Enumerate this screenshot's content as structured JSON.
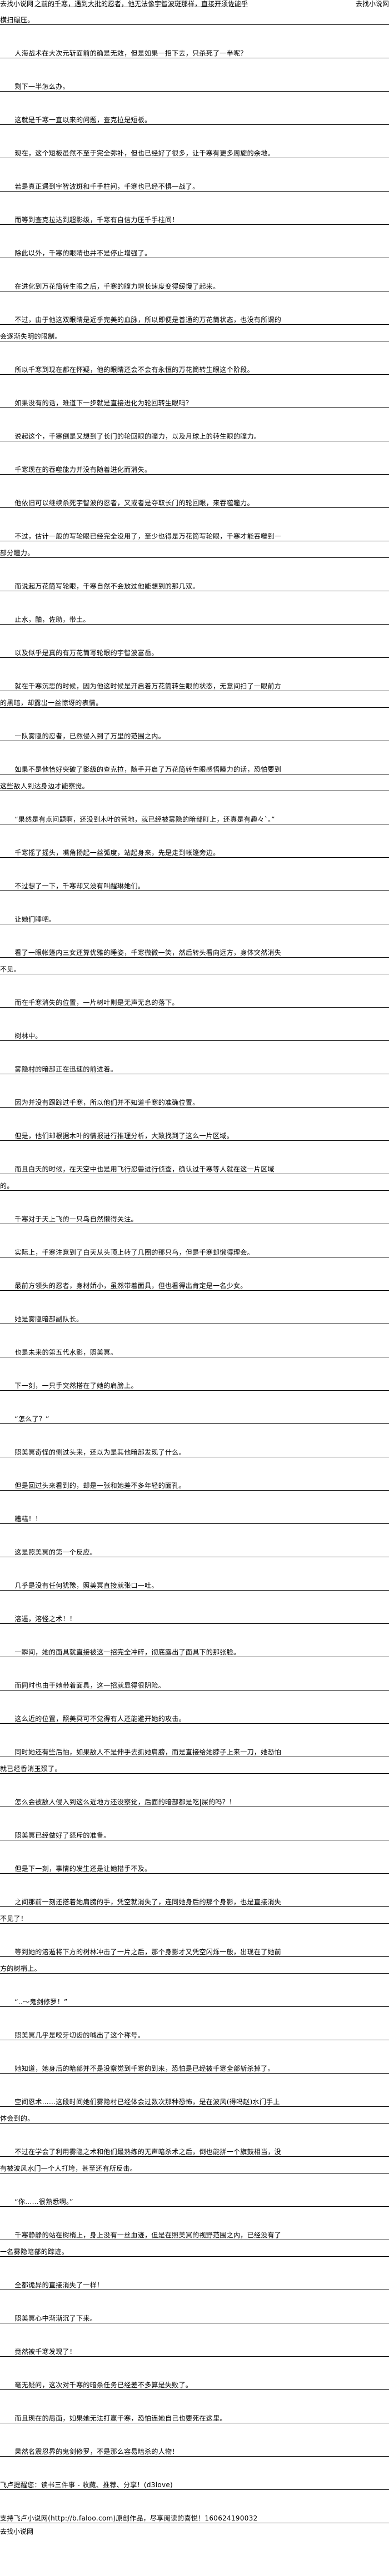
{
  "header": {
    "site_left": "去找小说网",
    "overlay_text": "之前的千寒，遇到大批的忍者，他无法像宇智波斑那样，直接开须佐能乎",
    "site_right": "去找小说网",
    "continuation": "横扫碾压。"
  },
  "paragraphs": [
    "人海战术在大次元斩面前的确是无效，但是如果一招下去，只杀死了一半呢？",
    "剩下一半怎么办。",
    "这就是千寒一直以来的问题，查克拉是短板。",
    "现在，这个短板虽然不至于完全弥补，但也已经好了很多，让千寒有更多周旋的余地。",
    "若是真正遇到宇智波斑和千手柱间，千寒也已经不惧一战了。",
    "而等到查克拉达到超影级，千寒有自信力压千手柱间！",
    "除此以外，千寒的眼睛也并不是停止增强了。",
    "在进化到万花筒转生眼之后，千寒的瞳力增长速度变得缓慢了起来。",
    "不过，由于他这双眼睛是近乎完美的血脉，所以即便是普通的万花筒状态，也没有所谓的会逐渐失明的限制。",
    "所以千寒到现在都在怀疑，他的眼睛还会不会有永恒的万花筒转生眼这个阶段。",
    "如果没有的话，难道下一步就是直接进化为轮回转生眼吗？",
    "说起这个，千寒倒是又想到了长门的轮回眼的瞳力，以及月球上的转生眼的瞳力。",
    "千寒现在的吞噬能力并没有随着进化而消失。",
    "他依旧可以继续杀死宇智波的忍者，又或者是夺取长门的轮回眼，来吞噬瞳力。",
    "不过，估计一般的写轮眼已经完全没用了，至少也得是万花筒写轮眼，千寒才能吞噬到一部分瞳力。",
    "而说起万花筒写轮眼，千寒自然不会放过他能想到的那几双。",
    "止水，鼬，佐助，带土。",
    "以及似乎是真的有万花筒写轮眼的宇智波富岳。",
    "就在千寒沉思的时候，因为他这时候是开启着万花筒转生眼的状态，无意间扫了一眼前方的黑暗，却露出一丝惊讶的表情。",
    "一队雾隐的忍者，已然侵入到了万里的范围之内。",
    "如果不是他恰好突破了影级的查克拉，随手开启了万花筒转生眼感悟瞳力的话，恐怕要到这些敌人到达身边才能察觉。",
    "“果然是有点问题啊，还没到木叶的营地，就已经被雾隐的暗部盯上，还真是有趣々`。”",
    "千寒摇了摇头，嘴角扬起一丝弧度，站起身来，先是走到帐篷旁边。",
    "不过想了一下，千寒却又没有叫醒琳她们。",
    "让她们睡吧。",
    "看了一眼帐篷内三女还算优雅的睡姿，千寒微微一笑，然后转头看向远方，身体突然消失不见。",
    "而在千寒消失的位置，一片树叶则是无声无息的落下。",
    "树林中。",
    "雾隐村的暗部正在迅速的前进着。",
    "因为并没有跟踪过千寒，所以他们并不知道千寒的准确位置。",
    "但是，他们却根据木叶的情报进行推理分析，大致找到了这么一片区域。",
    "而且白天的时候，在天空中也是用飞行忍兽进行侦查，确认过千寒等人就在这一片区域的。",
    "千寒对于天上飞的一只鸟自然懒得关注。",
    "实际上，千寒注意到了白天从头顶上转了几圈的那只鸟，但是千寒却懒得理会。",
    "最前方领头的忍者，身材娇小，虽然带着面具，但也看得出肯定是一名少女。",
    "她是雾隐暗部副队长。",
    "也是未来的第五代水影，照美冥。",
    "下一刻，一只手突然搭在了她的肩膀上。",
    "“怎么了？”",
    "照美冥奇怪的侧过头来，还以为是其他暗部发现了什么。",
    "但是回过头来看到的，却是一张和她差不多年轻的面孔。",
    "糟糕！！",
    "这是照美冥的第一个反应。",
    "几乎是没有任何犹豫，照美冥直接就张口一吐。",
    "溶遁，溶怪之术！！",
    "一瞬间，她的面具就直接被这一招完全冲碎，彻底露出了面具下的那张脸。",
    "而同时也由于她带着面具，这一招就显得很阴险。",
    "这么近的位置，照美冥可不觉得有人还能避开她的攻击。",
    "同时她还有些后怕，如果敌人不是伸手去抓她肩膀，而是直接给她脖子上来一刀，她恐怕就已经香消玉殒了。",
    "怎么会被敌人侵入到这么近地方还没察觉，后面的暗部都是吃|屎的吗？！",
    "照美冥已经做好了怒斥的准备。",
    "但是下一刻，事情的发生还是让她措手不及。",
    "之间那前一刻还搭着她肩膀的手，凭空就消失了，连同她身后的那个身影，也是直接消失不见了！",
    "等到她的溶遁将下方的树林冲击了一片之后，那个身影才又凭空闪烁一般，出现在了她前方的树梢上。",
    "“‥～鬼剑修罗！”",
    "照美冥几乎是咬牙切齿的喊出了这个称号。",
    "她知道，她身后的暗部并不是没察觉到千寒的到来，恐怕是已经被千寒全部斩杀掉了。",
    "空间忍术……这段时间她们雾隐村已经体会过数次那种恐怖，是在波风(得吗赵)水门手上体会到的。",
    "不过在学会了利用雾隐之术和他们最熟练的无声暗杀术之后，倒也能拼一个旗鼓相当，没有被波风水门一个人打垮，甚至还有所反击。",
    "“你……很熟悉啊。”",
    "千寒静静的站在树梢上，身上没有一丝血迹，但是在照美冥的视野范围之内，已经没有了一名雾隐暗部的踪迹。",
    "全都诡异的直接消失了一样！",
    "照美冥心中渐渐沉了下来。",
    "竟然被千寒发现了！",
    "毫无疑问，这次对千寒的暗杀任务已经差不多算是失败了。",
    "而且现在的局面，如果她无法打赢千寒，恐怕连她自己也要死在这里。",
    "果然名震忍界的鬼剑修罗，不是那么容易暗杀的人物！"
  ],
  "footer": {
    "reminder": "飞卢提醒您：读书三件事 - 收藏、推荐、分享！(d3love)",
    "support": "支持飞卢小说网(http://b.faloo.com)原创作品，尽享阅读的喜悦！160624190032",
    "site": "去找小说网"
  }
}
